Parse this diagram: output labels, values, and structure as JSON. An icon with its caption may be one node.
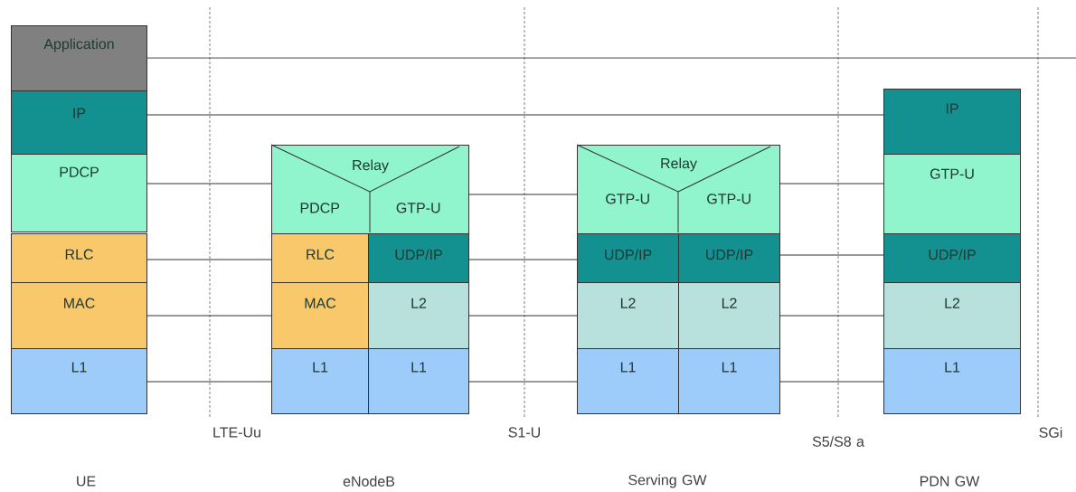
{
  "diagram": {
    "nodes": [
      {
        "text": [
          "Application"
        ]
      },
      {
        "text": [
          "IP"
        ]
      },
      {
        "text": [
          "PDCP"
        ]
      },
      {
        "text": [
          "RLC"
        ]
      },
      {
        "text": [
          "MAC"
        ]
      },
      {
        "text": [
          "L1"
        ]
      },
      {
        "text": [
          "Relay"
        ]
      },
      {
        "text": [
          "PDCP"
        ],
        "in": 6
      },
      {
        "text": [
          "GTP-U"
        ],
        "in": 6
      },
      {
        "text": [
          "RLC"
        ]
      },
      {
        "text": [
          "UDP/IP"
        ]
      },
      {
        "text": [
          "MAC"
        ]
      },
      {
        "text": [
          "L2"
        ]
      },
      {
        "text": [
          "L1"
        ]
      },
      {
        "text": [
          "L1"
        ]
      },
      {
        "text": [
          "Relay"
        ]
      },
      {
        "text": [
          "GTP-U"
        ],
        "in": 15
      },
      {
        "text": [
          "GTP-U"
        ],
        "in": 15
      },
      {
        "text": [
          "UDP/IP"
        ]
      },
      {
        "text": [
          "UDP/IP"
        ]
      },
      {
        "text": [
          "L2"
        ]
      },
      {
        "text": [
          "L2"
        ]
      },
      {
        "text": [
          "L1"
        ]
      },
      {
        "text": [
          "L1"
        ]
      },
      {
        "text": [
          "IP"
        ]
      },
      {
        "text": [
          "GTP-U"
        ]
      },
      {
        "text": [
          "UDP/IP"
        ]
      },
      {
        "text": [
          "L2"
        ]
      },
      {
        "text": [
          "L1"
        ]
      }
    ],
    "edges": [
      {
        "from": 0,
        "to": null,
        "arrow": "none"
      },
      {
        "from": 1,
        "to": 24,
        "arrow": "none"
      },
      {
        "from": 2,
        "to": 7,
        "arrow": "none"
      },
      {
        "from": 8,
        "to": 16,
        "arrow": "none"
      },
      {
        "from": 17,
        "to": 25,
        "arrow": "none"
      },
      {
        "from": 3,
        "to": 9,
        "arrow": "none"
      },
      {
        "from": 10,
        "to": 18,
        "arrow": "none"
      },
      {
        "from": 19,
        "to": 26,
        "arrow": "none"
      },
      {
        "from": 4,
        "to": 11,
        "arrow": "none"
      },
      {
        "from": 12,
        "to": 20,
        "arrow": "none"
      },
      {
        "from": 21,
        "to": 27,
        "arrow": "none"
      },
      {
        "from": 5,
        "to": 13,
        "arrow": "none"
      },
      {
        "from": 14,
        "to": 22,
        "arrow": "none"
      },
      {
        "from": 23,
        "to": 28,
        "arrow": "none"
      }
    ],
    "labels": [
      "LTE-Uu",
      "S1-U",
      "S5/S8 a",
      "SGi",
      "UE",
      "eNodeB",
      "Serving GW",
      "PDN GW"
    ]
  }
}
